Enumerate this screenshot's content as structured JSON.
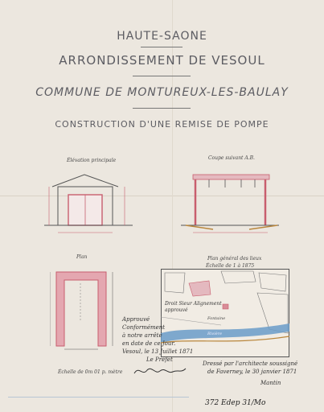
{
  "header": {
    "line1": "HAUTE-SAONE",
    "line2": "ARRONDISSEMENT DE VESOUL",
    "line3": "COMMUNE DE MONTUREUX-LES-BAULAY",
    "line4": "CONSTRUCTION D'UNE REMISE DE POMPE"
  },
  "views": {
    "elevation": "Élévation principale",
    "section": "Coupe suivant A.B.",
    "plan": "Plan",
    "site_plan": "Plan général des lieux",
    "site_scale": "Échelle de 1 à 1875",
    "plan_scale": "Échelle de 0m 01 p. mètre"
  },
  "notes": {
    "approval": [
      "Approuvé",
      "Conformément",
      "à notre arrêté",
      "en date de ce Jour.",
      "Vesoul, le 13 Juillet 1871",
      "Le Préfet"
    ],
    "architect": [
      "Dressé par l'architecte soussigné",
      "de Faverney, le 30 janvier 1871",
      "Mantin"
    ],
    "site_note": [
      "Droit Sieur Alignement",
      "approuvé"
    ],
    "river": "Rivière",
    "fontaine": "Fontaine"
  },
  "archive_ref": "372 Edep 31/Mo",
  "colors": {
    "ink": "#555555",
    "wash_red": "#d98c97",
    "wash_blue": "#6a9cc9",
    "paper": "#ece7df"
  }
}
